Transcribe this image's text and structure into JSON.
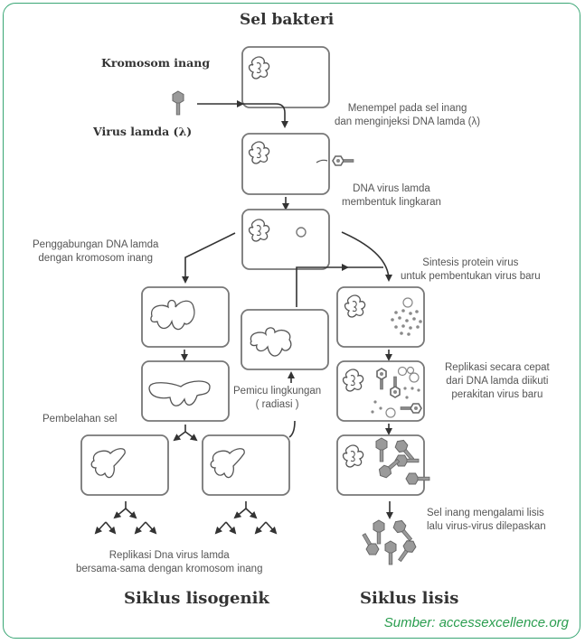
{
  "title": "Sel bakteri",
  "labels": {
    "host_chromosome": "Kromosom inang",
    "virus_lambda": "Virus lamda (λ)",
    "attach_inject": [
      "Menempel pada sel inang",
      "dan menginjeksi DNA lamda (λ)"
    ],
    "dna_circle": [
      "DNA virus lamda",
      "membentuk lingkaran"
    ],
    "integration": [
      "Penggabungan DNA lamda",
      "dengan kromosom inang"
    ],
    "protein_synthesis": [
      "Sintesis protein virus",
      "untuk pembentukan virus baru"
    ],
    "rapid_replication": [
      "Replikasi secara cepat",
      "dari DNA lamda diikuti",
      "perakitan virus baru"
    ],
    "env_trigger": [
      "Pemicu lingkungan",
      "( radiasi )"
    ],
    "cell_division": "Pembelahan sel",
    "lysis_release": [
      "Sel inang mengalami lisis",
      "lalu virus-virus dilepaskan"
    ],
    "replication_with_host": [
      "Replikasi Dna virus lamda",
      "bersama-sama dengan kromosom inang"
    ]
  },
  "cycles": {
    "lysogenic": "Siklus lisogenik",
    "lytic": "Siklus lisis"
  },
  "source": "Sumber: accessexcellence.org",
  "colors": {
    "border": "#3aa675",
    "source_text": "#2a9d4f",
    "cell_stroke": "#777777",
    "arrow": "#333333",
    "virus_fill": "#9a9a9a"
  }
}
